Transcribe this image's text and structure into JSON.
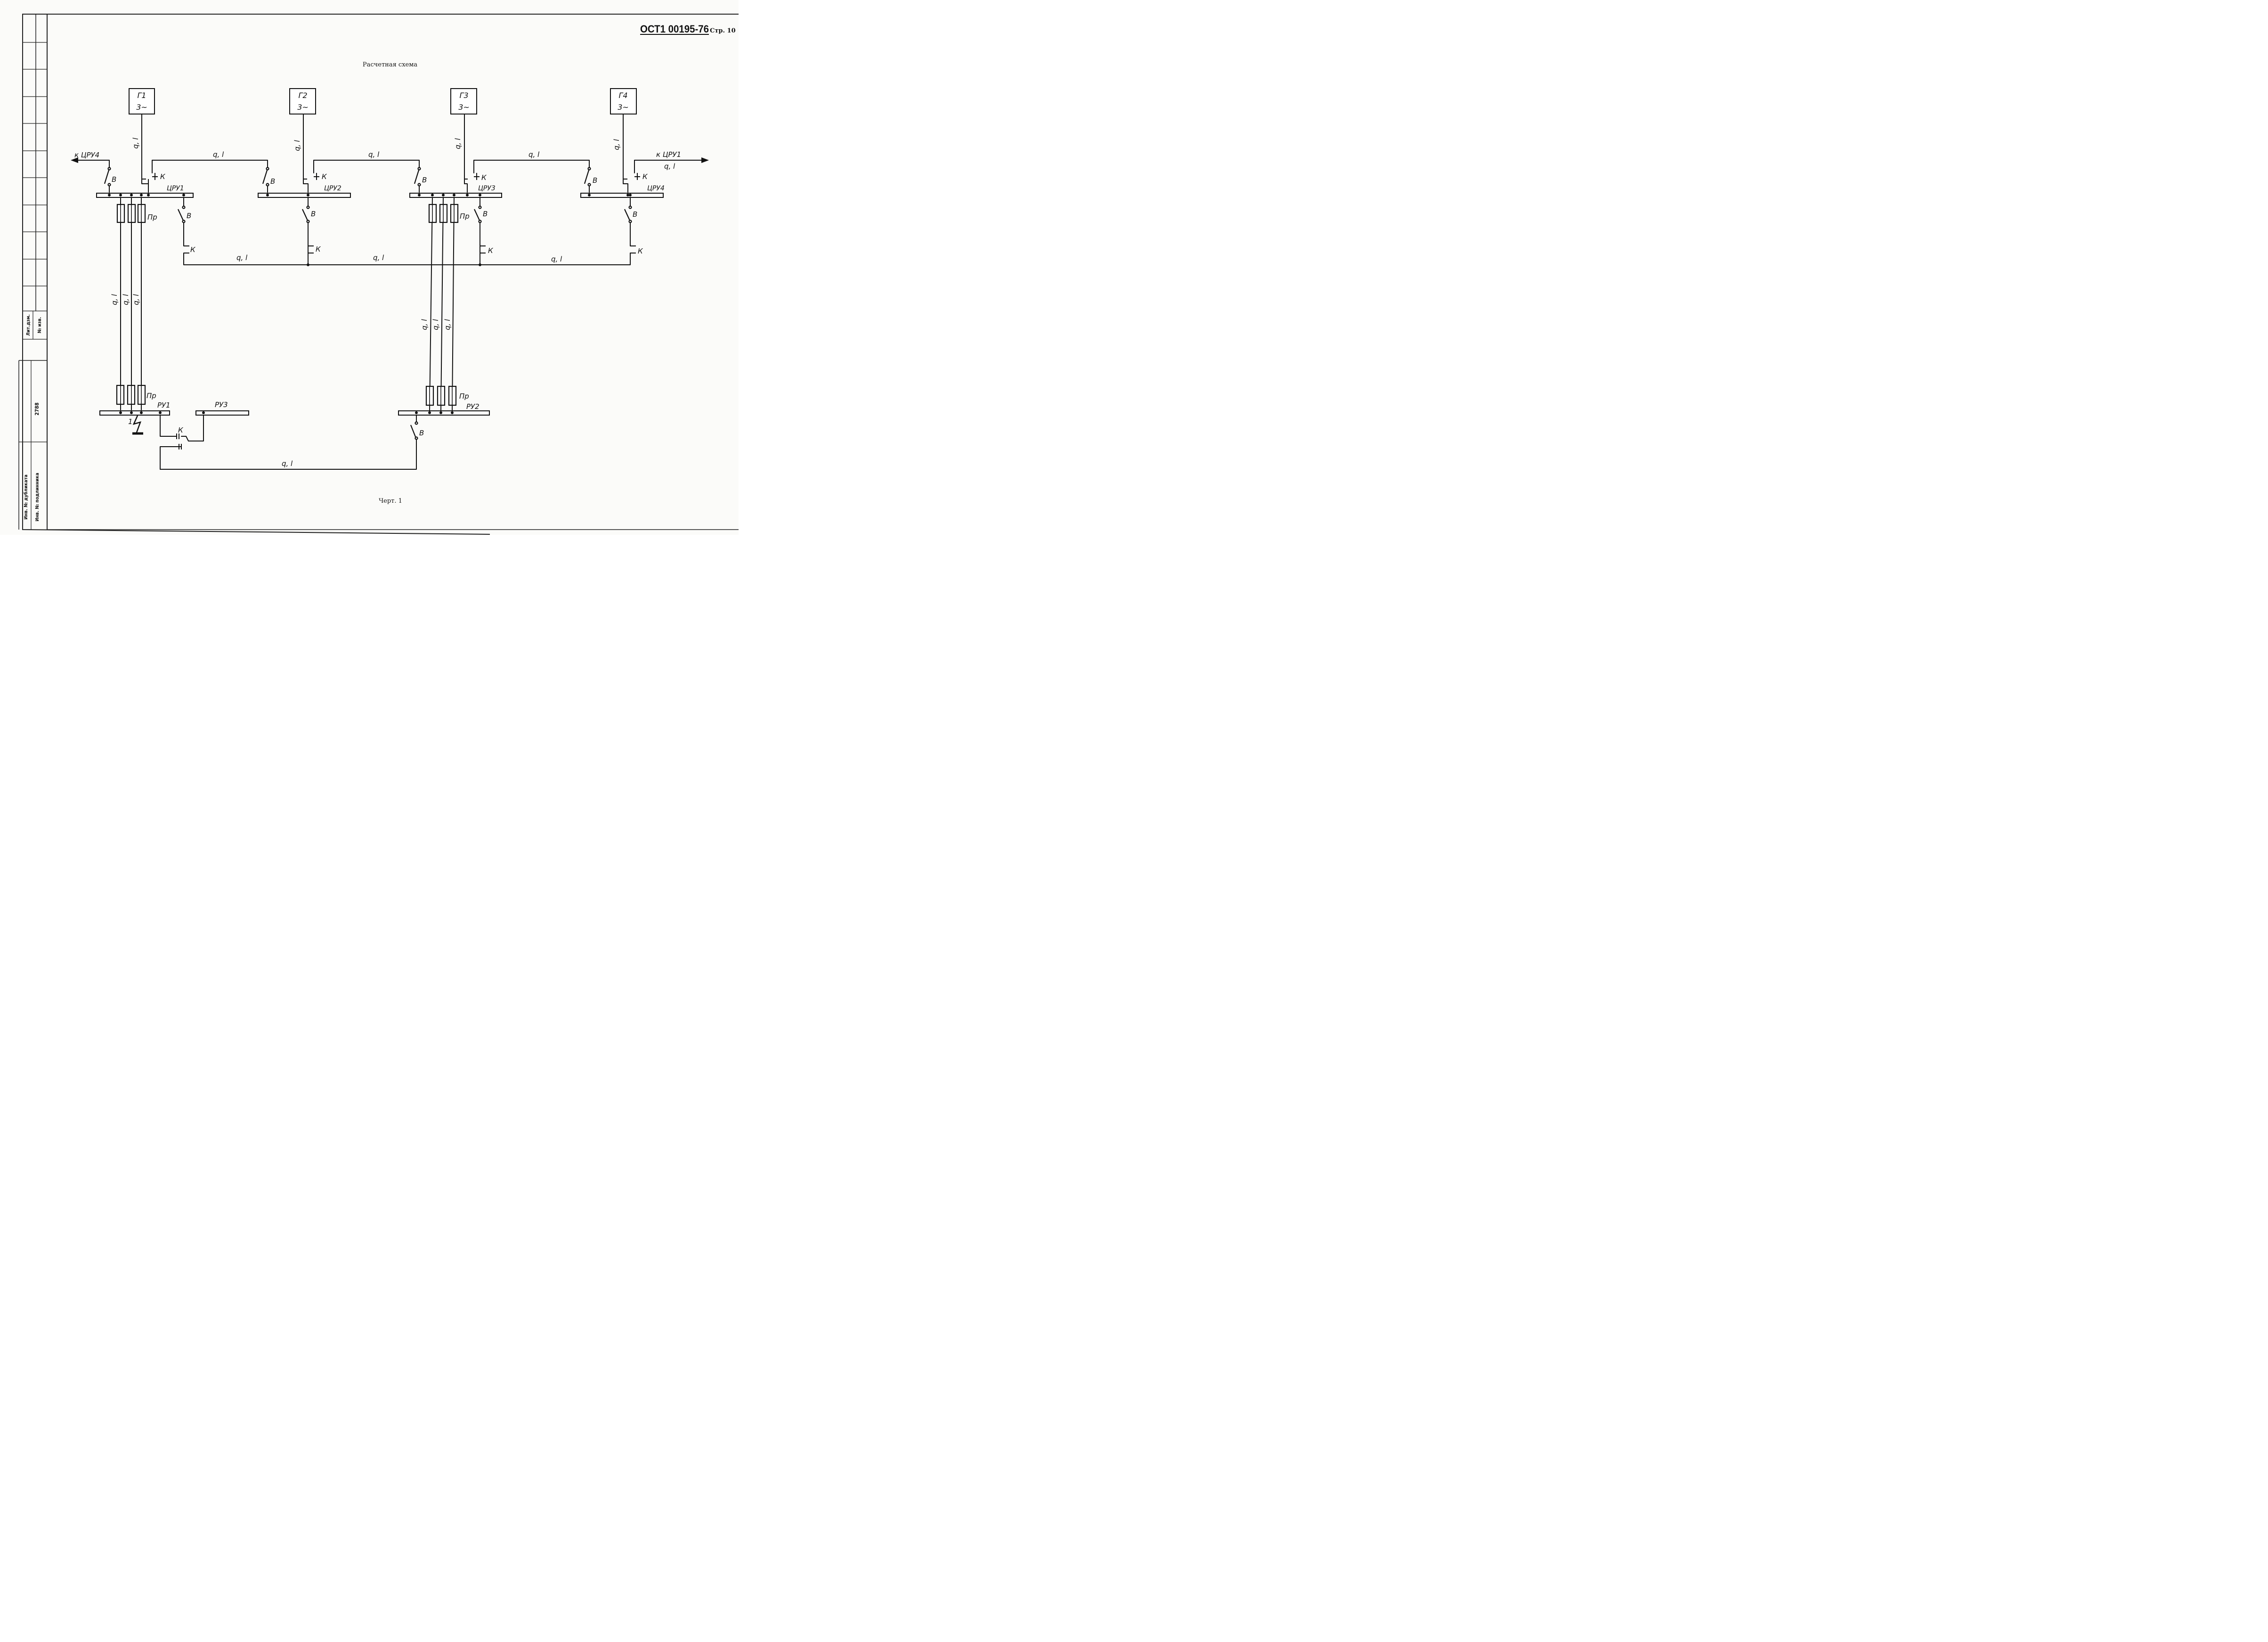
{
  "header": {
    "standard": "ОСТ1 00195-76",
    "page_label": "Стр. 10"
  },
  "title": "Расчетная схема",
  "caption": "Черт. 1",
  "side_stamp": {
    "lit_izm": "Лит.дзм.",
    "no_izv": "№ изв.",
    "inv_number": "2788",
    "inv_duplicate": "Инв. № дубликата",
    "inv_original": "Инв. № подлинника"
  },
  "generators": [
    {
      "name": "Г1",
      "phase": "3~"
    },
    {
      "name": "Г2",
      "phase": "3~"
    },
    {
      "name": "Г3",
      "phase": "3~"
    },
    {
      "name": "Г4",
      "phase": "3~"
    }
  ],
  "buses": {
    "cru1": "ЦРУ1",
    "cru2": "ЦРУ2",
    "cru3": "ЦРУ3",
    "cru4": "ЦРУ4",
    "ru1": "РУ1",
    "ru2": "РУ2",
    "ru3": "РУ3"
  },
  "external": {
    "left": "к ЦРУ4",
    "right": "к ЦРУ1",
    "right_line": "q, l"
  },
  "elements": {
    "breaker": "В",
    "contactor": "К",
    "fuse": "Пр",
    "fault": "1"
  },
  "line_label": "q, l"
}
